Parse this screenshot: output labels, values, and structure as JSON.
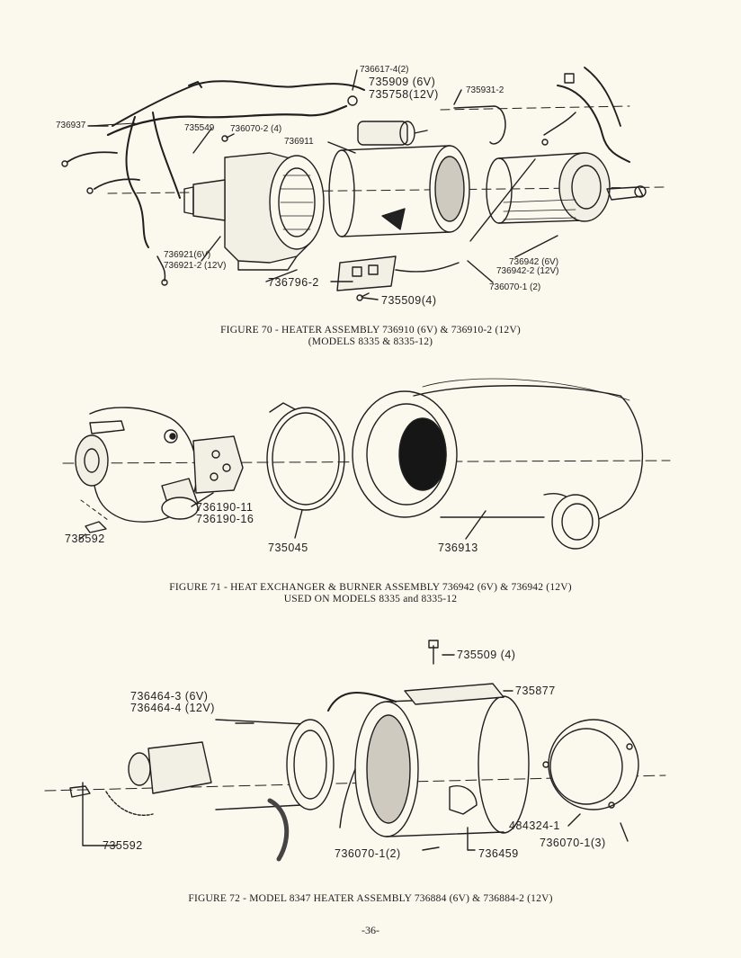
{
  "figures": [
    {
      "caption_line1": "FIGURE 70 - HEATER ASSEMBLY 736910 (6V) & 736910-2 (12V)",
      "caption_line2": "(MODELS 8335 & 8335-12)",
      "parts": {
        "p736617": "736617-4(2)",
        "p735909": "735909 (6V)",
        "p735758": "735758(12V)",
        "p735931": "735931-2",
        "p736937": "736937",
        "p735549": "735549",
        "p736070_4": "736070-2 (4)",
        "p736911": "736911",
        "p736921a": "736921(6V)",
        "p736921b": "736921-2 (12V)",
        "p736796": "736796-2",
        "p735509": "735509(4)",
        "p736942a": "736942 (6V)",
        "p736942b": "736942-2 (12V)",
        "p736070_1": "736070-1 (2)"
      }
    },
    {
      "caption_line1": "FIGURE 71 - HEAT EXCHANGER & BURNER ASSEMBLY 736942 (6V) & 736942 (12V)",
      "caption_line2": "USED ON MODELS 8335 and 8335-12",
      "parts": {
        "p736190a": "736190-11",
        "p736190b": "736190-16",
        "p735592": "735592",
        "p735045": "735045",
        "p736913": "736913"
      }
    },
    {
      "caption_line1": "FIGURE 72 -  MODEL 8347 HEATER ASSEMBLY 736884 (6V) & 736884-2 (12V)",
      "parts": {
        "p735509": "735509 (4)",
        "p735877": "735877",
        "p736464a": "736464-3  (6V)",
        "p736464b": "736464-4  (12V)",
        "p735592": "735592",
        "p484324": "484324-1",
        "p736070_3": "736070-1(3)",
        "p736070_2": "736070-1(2)",
        "p736459": "736459"
      }
    }
  ],
  "page_number": "-36-"
}
